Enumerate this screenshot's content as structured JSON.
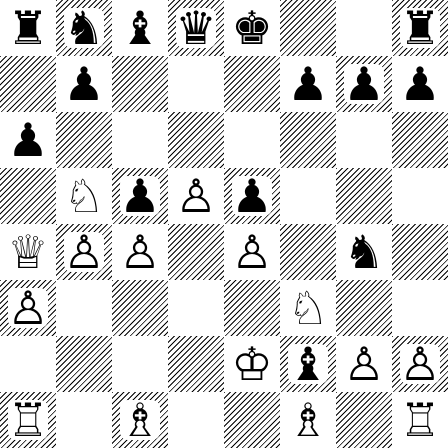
{
  "board": {
    "light_color": "#ffffff",
    "dark_pattern_color": "#000000",
    "files": [
      "a",
      "b",
      "c",
      "d",
      "e",
      "f",
      "g",
      "h"
    ],
    "ranks": [
      8,
      7,
      6,
      5,
      4,
      3,
      2,
      1
    ],
    "pieces": [
      {
        "square": "a8",
        "type": "rook",
        "color": "black",
        "glyph": "♜"
      },
      {
        "square": "b8",
        "type": "knight",
        "color": "black",
        "glyph": "♞"
      },
      {
        "square": "c8",
        "type": "bishop",
        "color": "black",
        "glyph": "♝"
      },
      {
        "square": "d8",
        "type": "queen",
        "color": "black",
        "glyph": "♛"
      },
      {
        "square": "e8",
        "type": "king",
        "color": "black",
        "glyph": "♚"
      },
      {
        "square": "h8",
        "type": "rook",
        "color": "black",
        "glyph": "♜"
      },
      {
        "square": "b7",
        "type": "pawn",
        "color": "black",
        "glyph": "♟"
      },
      {
        "square": "f7",
        "type": "pawn",
        "color": "black",
        "glyph": "♟"
      },
      {
        "square": "g7",
        "type": "pawn",
        "color": "black",
        "glyph": "♟"
      },
      {
        "square": "h7",
        "type": "pawn",
        "color": "black",
        "glyph": "♟"
      },
      {
        "square": "a6",
        "type": "pawn",
        "color": "black",
        "glyph": "♟"
      },
      {
        "square": "b5",
        "type": "knight",
        "color": "white",
        "glyph": "♘"
      },
      {
        "square": "c5",
        "type": "pawn",
        "color": "black",
        "glyph": "♟"
      },
      {
        "square": "d5",
        "type": "pawn",
        "color": "white",
        "glyph": "♙"
      },
      {
        "square": "e5",
        "type": "pawn",
        "color": "black",
        "glyph": "♟"
      },
      {
        "square": "a4",
        "type": "queen",
        "color": "white",
        "glyph": "♕"
      },
      {
        "square": "b4",
        "type": "pawn",
        "color": "white",
        "glyph": "♙"
      },
      {
        "square": "c4",
        "type": "pawn",
        "color": "white",
        "glyph": "♙"
      },
      {
        "square": "e4",
        "type": "pawn",
        "color": "white",
        "glyph": "♙"
      },
      {
        "square": "g4",
        "type": "knight",
        "color": "black",
        "glyph": "♞"
      },
      {
        "square": "a3",
        "type": "pawn",
        "color": "white",
        "glyph": "♙"
      },
      {
        "square": "f3",
        "type": "knight",
        "color": "white",
        "glyph": "♘"
      },
      {
        "square": "e2",
        "type": "king",
        "color": "white",
        "glyph": "♔"
      },
      {
        "square": "f2",
        "type": "bishop",
        "color": "black",
        "glyph": "♝"
      },
      {
        "square": "g2",
        "type": "pawn",
        "color": "white",
        "glyph": "♙"
      },
      {
        "square": "h2",
        "type": "pawn",
        "color": "white",
        "glyph": "♙"
      },
      {
        "square": "a1",
        "type": "rook",
        "color": "white",
        "glyph": "♖"
      },
      {
        "square": "c1",
        "type": "bishop",
        "color": "white",
        "glyph": "♗"
      },
      {
        "square": "f1",
        "type": "bishop",
        "color": "white",
        "glyph": "♗"
      },
      {
        "square": "h1",
        "type": "rook",
        "color": "white",
        "glyph": "♖"
      }
    ]
  }
}
